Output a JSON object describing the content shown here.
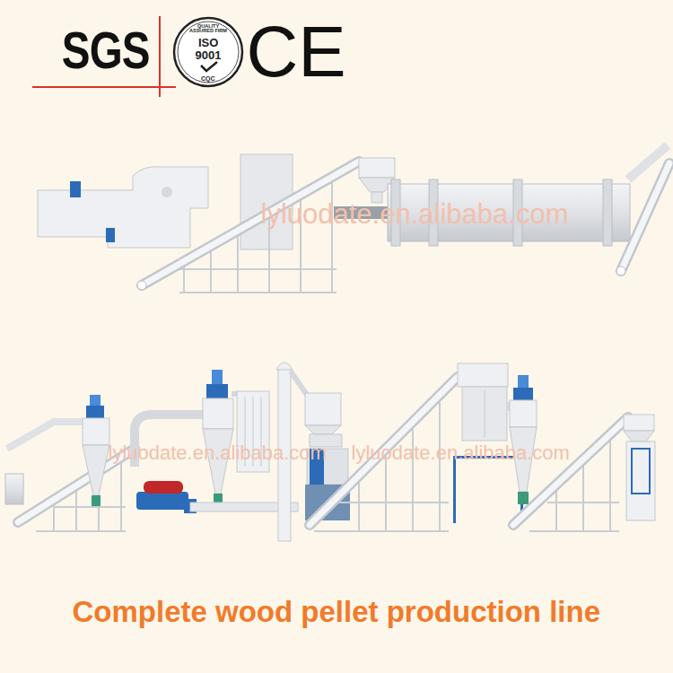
{
  "diagram": {
    "caption": "Complete wood pellet production line",
    "labels": [
      "SGS",
      "QUALITY ASSURED FIRM",
      "ISO",
      "9001",
      "CQC",
      "CE",
      "lyluodate.en.alibaba.com",
      "lyluodate.en.alibaba.com",
      "lyluodate.en.alibaba.com"
    ]
  }
}
